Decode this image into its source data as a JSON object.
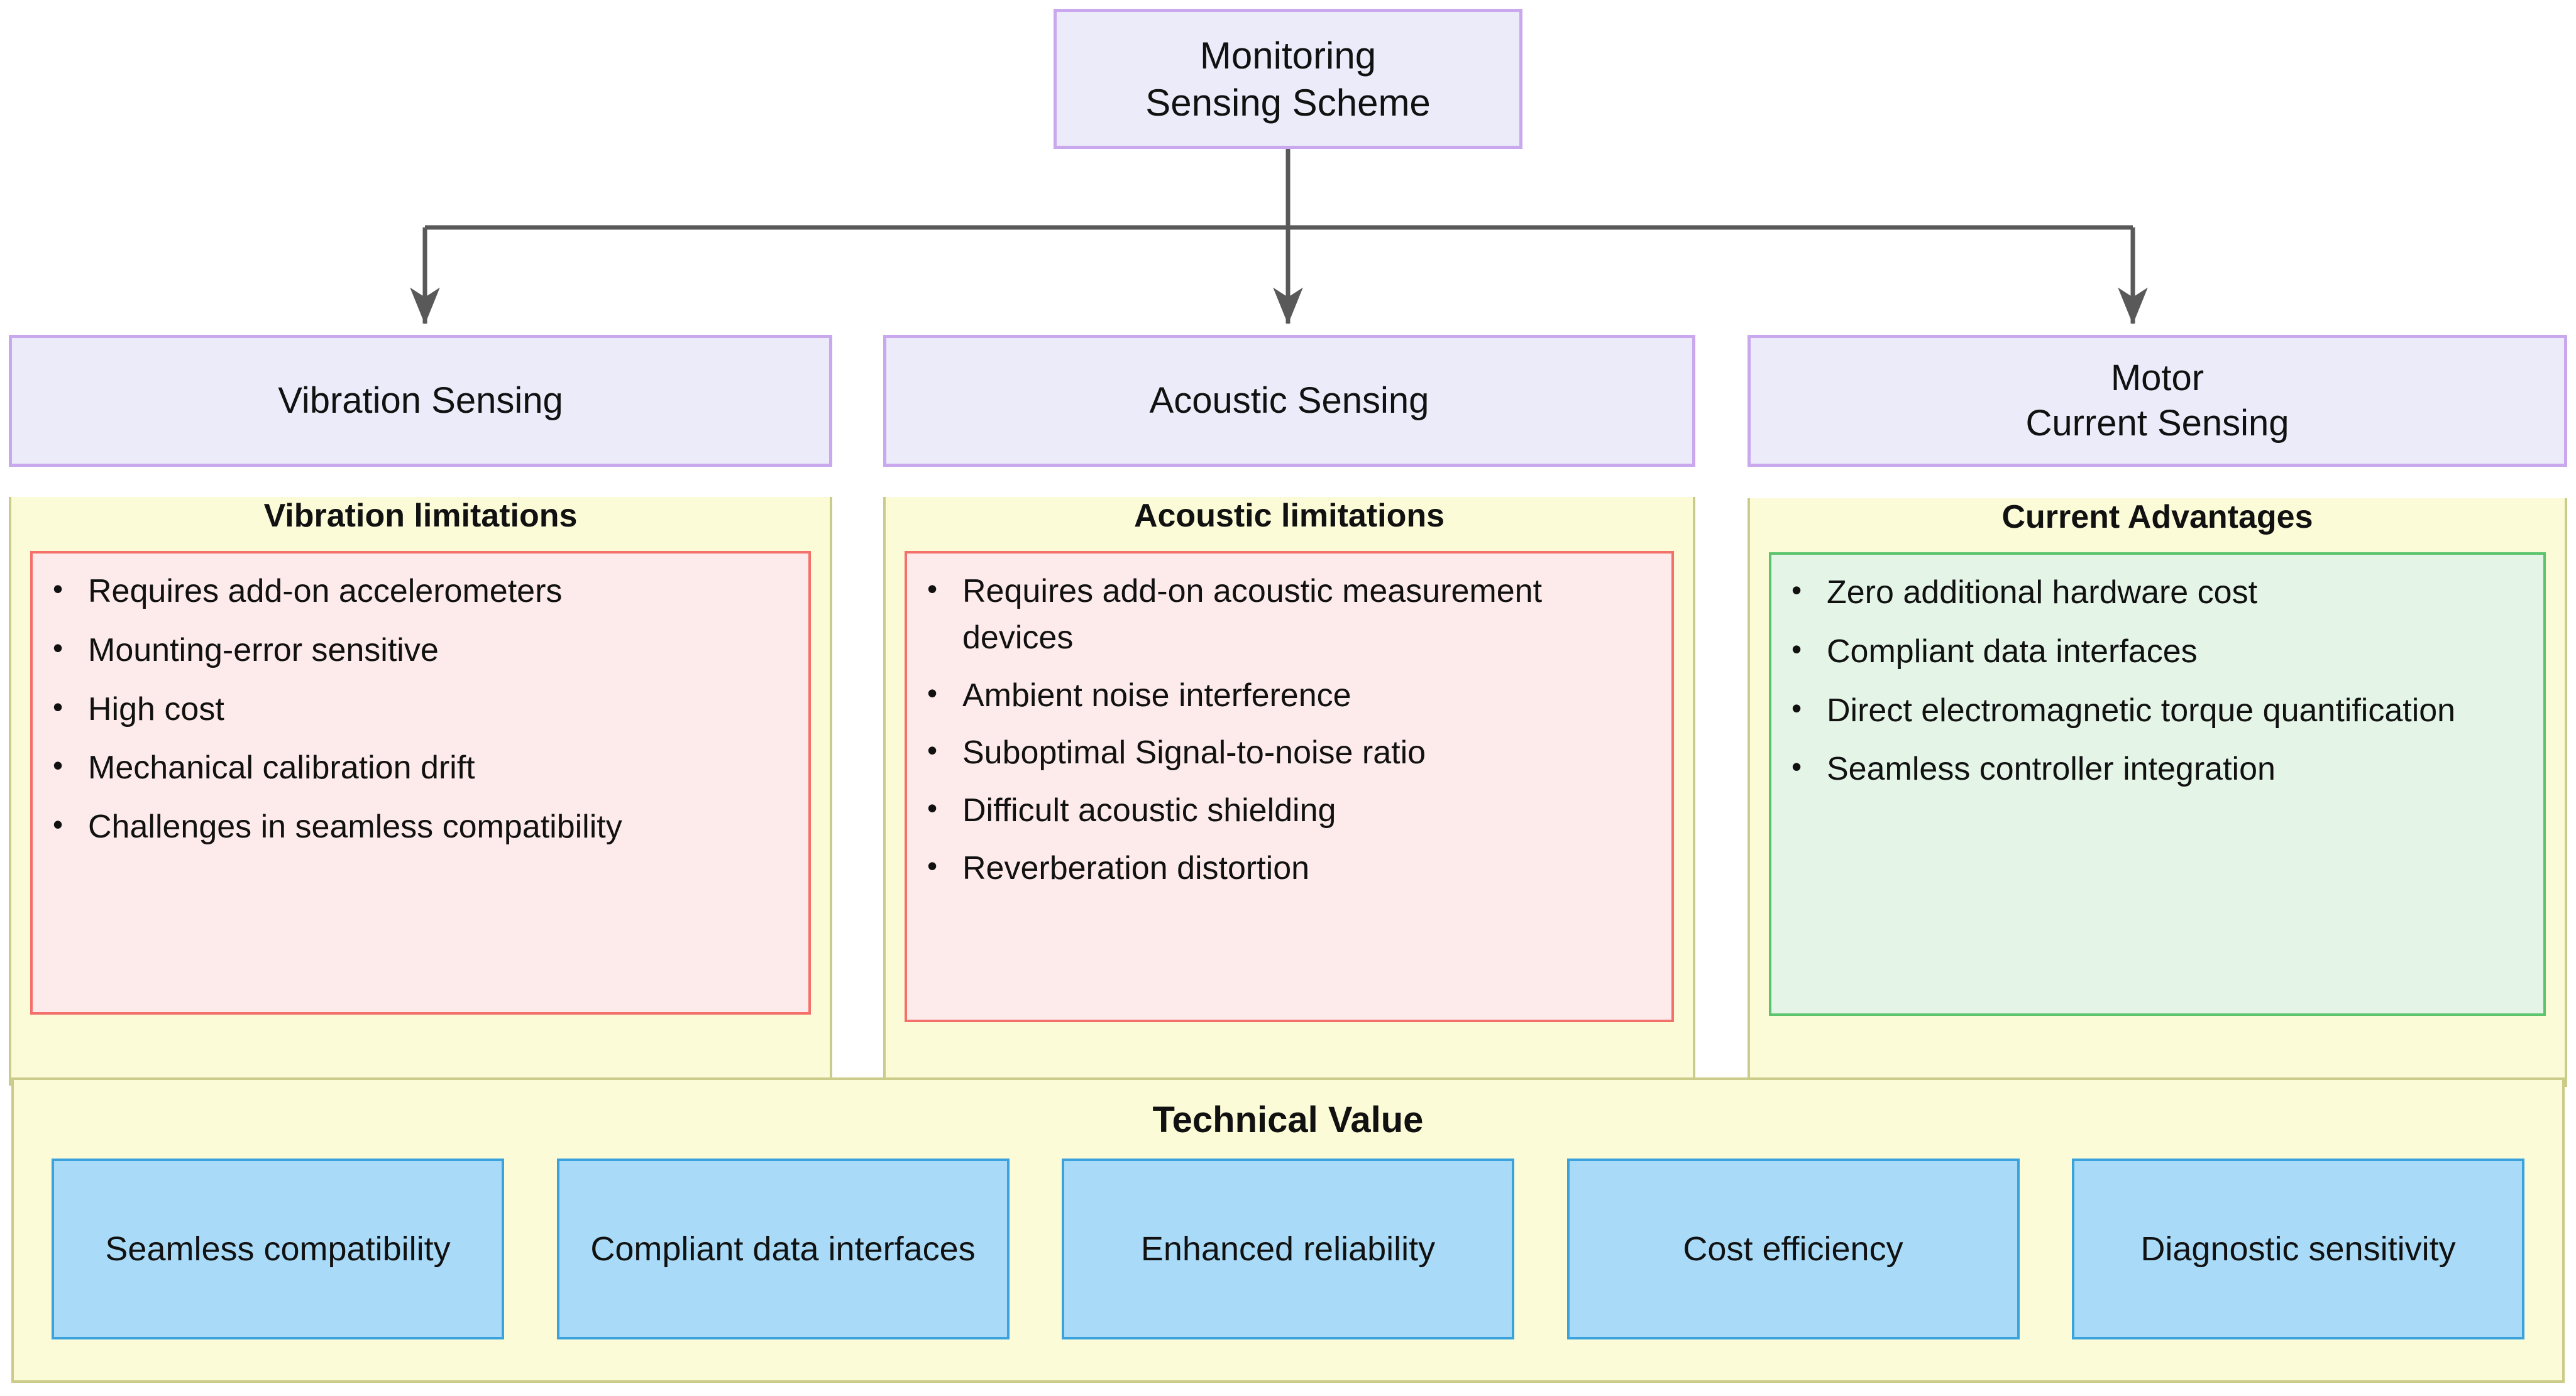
{
  "root": {
    "title": "Monitoring\nSensing Scheme"
  },
  "colors": {
    "header_fill": "#ebebfa",
    "header_border": "#c9a8ed",
    "panel_fill": "#fcfbd8",
    "panel_border": "#cbcc8a",
    "limitation_fill": "#fdeaea",
    "limitation_border": "#f4706a",
    "advantage_fill": "#e4f4e7",
    "advantage_border": "#5cc46e",
    "chip_fill": "#a9dbf8",
    "chip_border": "#3aa3dd",
    "connector": "#595959"
  },
  "columns": [
    {
      "header": "Vibration Sensing",
      "subtitle": "Vibration limitations",
      "kind": "limitations",
      "items": [
        "Requires add-on accelerometers",
        "Mounting-error sensitive",
        "High cost",
        "Mechanical calibration drift",
        "Challenges in seamless compatibility"
      ]
    },
    {
      "header": "Acoustic Sensing",
      "subtitle": "Acoustic limitations",
      "kind": "limitations",
      "items": [
        "Requires add-on acoustic measurement devices",
        "Ambient noise interference",
        "Suboptimal Signal-to-noise ratio",
        "Difficult acoustic shielding",
        "Reverberation distortion"
      ]
    },
    {
      "header": "Motor\nCurrent Sensing",
      "subtitle": "Current Advantages",
      "kind": "advantages",
      "items": [
        "Zero additional hardware cost",
        "Compliant data interfaces",
        "Direct electromagnetic torque quantification",
        "Seamless controller integration"
      ]
    }
  ],
  "value_panel": {
    "title": "Technical Value",
    "chips": [
      "Seamless compatibility",
      "Compliant data interfaces",
      "Enhanced reliability",
      "Cost efficiency",
      "Diagnostic sensitivity"
    ]
  }
}
